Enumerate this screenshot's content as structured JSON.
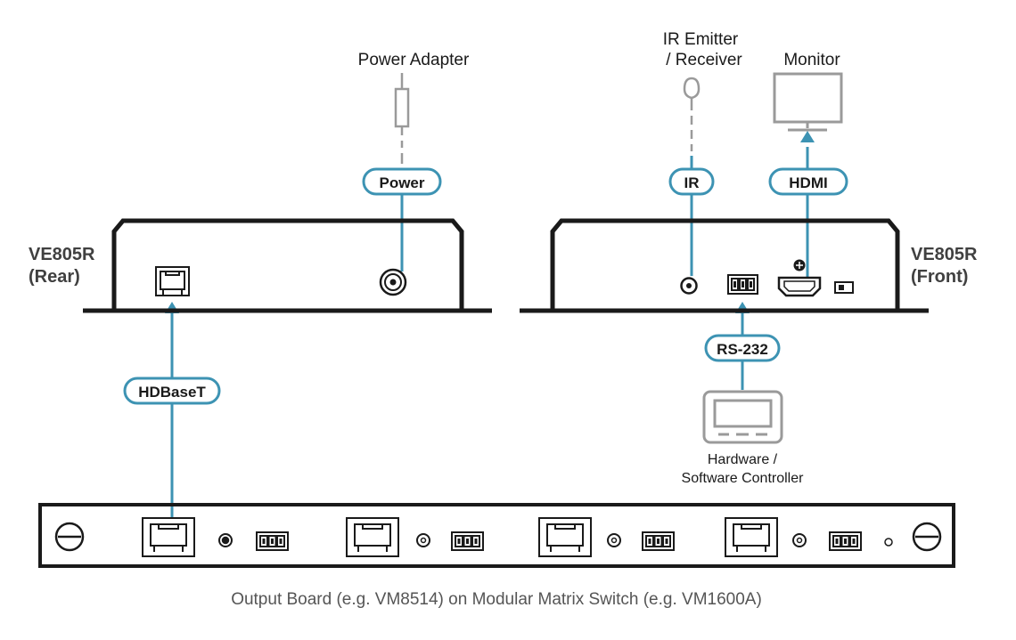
{
  "labels": {
    "power_adapter": "Power Adapter",
    "ir_emitter_line1": "IR Emitter",
    "ir_emitter_line2": "/ Receiver",
    "monitor": "Monitor",
    "rear_title": "VE805R",
    "rear_sub": "(Rear)",
    "front_title": "VE805R",
    "front_sub": "(Front)",
    "controller_line1": "Hardware /",
    "controller_line2": "Software Controller",
    "caption": "Output Board (e.g. VM8514) on Modular Matrix Switch (e.g. VM1600A)"
  },
  "connections": {
    "power": "Power",
    "ir": "IR",
    "hdmi": "HDMI",
    "rs232": "RS-232",
    "hdbaset": "HDBaseT"
  },
  "colors": {
    "accent": "#3d93b3",
    "device": "#1a1a1a",
    "peripheral": "#9a9a9a",
    "caption": "#555555"
  }
}
